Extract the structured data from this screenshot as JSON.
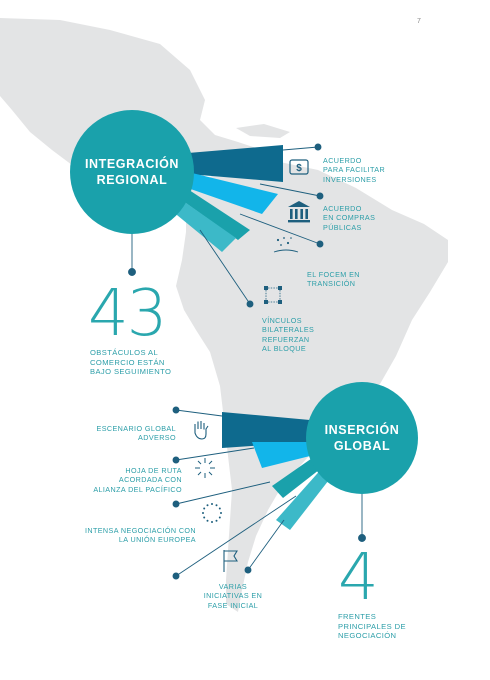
{
  "page_number": "7",
  "colors": {
    "teal": "#1aa1ab",
    "dark_blue": "#0e6a8e",
    "bright_blue": "#12b5ea",
    "light_teal": "#3cb9c8",
    "map": "#e3e4e5",
    "text": "#2c9ea8"
  },
  "regional": {
    "title": "INTEGRACIÓN\nREGIONAL",
    "big_number": "43",
    "big_caption": "OBSTÁCULOS AL\nCOMERCIO ESTÁN\nBAJO SEGUIMIENTO",
    "items": [
      {
        "icon": "dollar-icon",
        "label": "ACUERDO\nPARA FACILITAR\nINVERSIONES"
      },
      {
        "icon": "bank-icon",
        "label": "ACUERDO\nEN COMPRAS\nPÚBLICAS"
      },
      {
        "icon": "sparkle-icon",
        "label": "EL FOCEM EN\nTRANSICIÓN"
      },
      {
        "icon": "network-icon",
        "label": "VÍNCULOS\nBILATERALES\nREFUERZAN\nAL BLOQUE"
      }
    ]
  },
  "global": {
    "title": "INSERCIÓN\nGLOBAL",
    "big_number": "4",
    "big_caption": "FRENTES\nPRINCIPALES DE\nNEGOCIACIÓN",
    "items": [
      {
        "icon": "hand-icon",
        "label": "ESCENARIO GLOBAL\nADVERSO"
      },
      {
        "icon": "burst-icon",
        "label": "HOJA DE RUTA\nACORDADA CON\nALIANZA DEL PACÍFICO"
      },
      {
        "icon": "eu-stars-icon",
        "label": "INTENSA NEGOCIACIÓN CON\nLA UNIÓN EUROPEA"
      },
      {
        "icon": "flag-icon",
        "label": "VARIAS\nINICIATIVAS EN\nFASE INICIAL"
      }
    ]
  }
}
